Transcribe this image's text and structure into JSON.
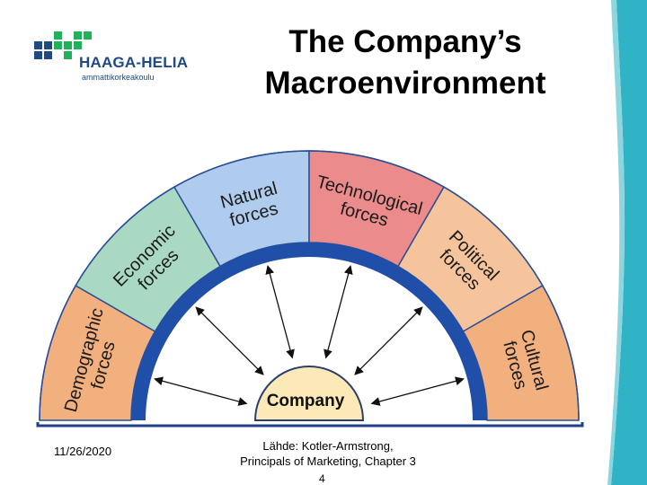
{
  "slide": {
    "title_line1": "The Company’s",
    "title_line2": "Macroenvironment"
  },
  "logo": {
    "name": "HAAGA-HELIA",
    "subtitle": "ammattikorkeakoulu",
    "brand_color": "#1f4a84",
    "accent_color": "#1fb25a"
  },
  "diagram": {
    "center": "Company",
    "forces": [
      {
        "lines": [
          "Demographic",
          "forces"
        ],
        "color": "#f3b07f"
      },
      {
        "lines": [
          "Economic",
          "forces"
        ],
        "color": "#a9d9c2"
      },
      {
        "lines": [
          "Natural",
          "forces"
        ],
        "color": "#afcbed"
      },
      {
        "lines": [
          "Technological",
          "forces"
        ],
        "color": "#ec8b8b"
      },
      {
        "lines": [
          "Political",
          "forces"
        ],
        "color": "#f5c49c"
      },
      {
        "lines": [
          "Cultural",
          "forces"
        ],
        "color": "#f3b07f"
      }
    ],
    "ring_color": "#1f4fa8",
    "center_color": "#fbeab8"
  },
  "footer": {
    "date": "11/26/2020",
    "source_line1": "Lähde: Kotler-Armstrong,",
    "source_line2": "Principals of Marketing, Chapter 3",
    "page": "4"
  }
}
